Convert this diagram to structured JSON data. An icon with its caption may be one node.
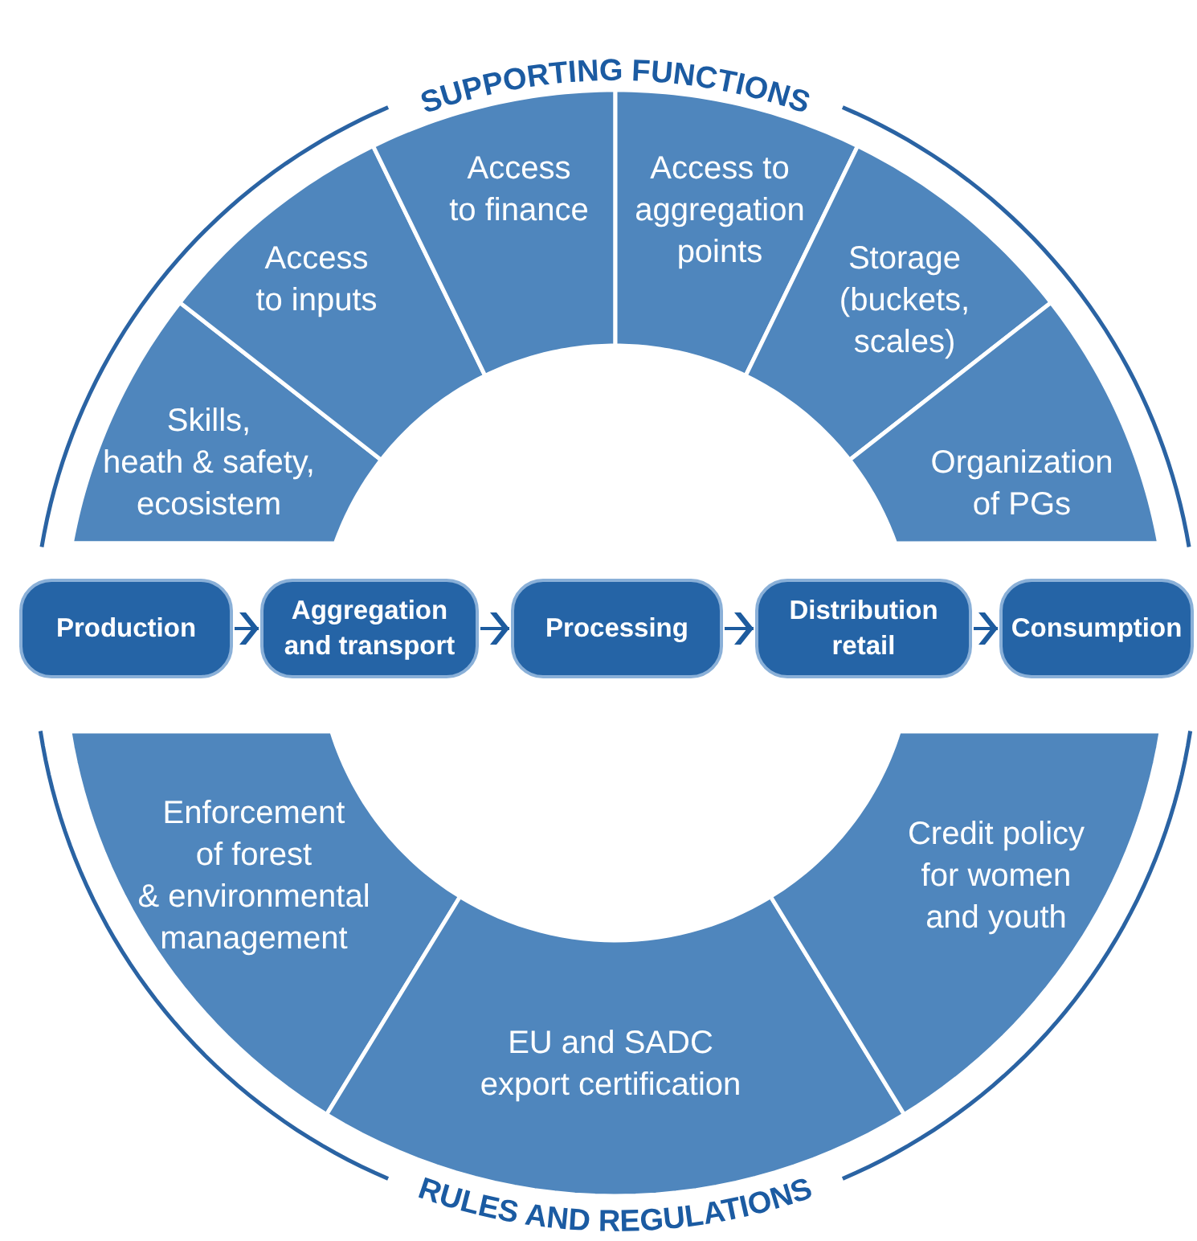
{
  "diagram": {
    "title": "SUPPORTING FUNCTIONS",
    "nodes": [
      {
        "text": [
          "Skills, heath & safety, ecosistem"
        ]
      },
      {
        "text": [
          "Access to inputs"
        ]
      },
      {
        "text": [
          "Access to finance"
        ]
      },
      {
        "text": [
          "Access to aggregation points"
        ]
      },
      {
        "text": [
          "Storage (buckets, scales)"
        ]
      },
      {
        "text": [
          "Organization of PGs"
        ]
      },
      {
        "text": [
          "Production"
        ]
      },
      {
        "text": [
          "Aggregation and transport"
        ]
      },
      {
        "text": [
          "Processing"
        ]
      },
      {
        "text": [
          "Distribution retail"
        ]
      },
      {
        "text": [
          "Consumption"
        ]
      },
      {
        "text": [
          "Enforcement of forest & environmental management"
        ]
      },
      {
        "text": [
          "EU and SADC export certification"
        ]
      },
      {
        "text": [
          "Credit policy for women and youth"
        ]
      }
    ],
    "edges": [
      {
        "from": 6,
        "to": 7,
        "arrow": "to"
      },
      {
        "from": 7,
        "to": 8,
        "arrow": "to"
      },
      {
        "from": 8,
        "to": 9,
        "arrow": "to"
      },
      {
        "from": 9,
        "to": 10,
        "arrow": "to"
      }
    ],
    "labels": [
      "RULES AND REGULATIONS"
    ]
  }
}
